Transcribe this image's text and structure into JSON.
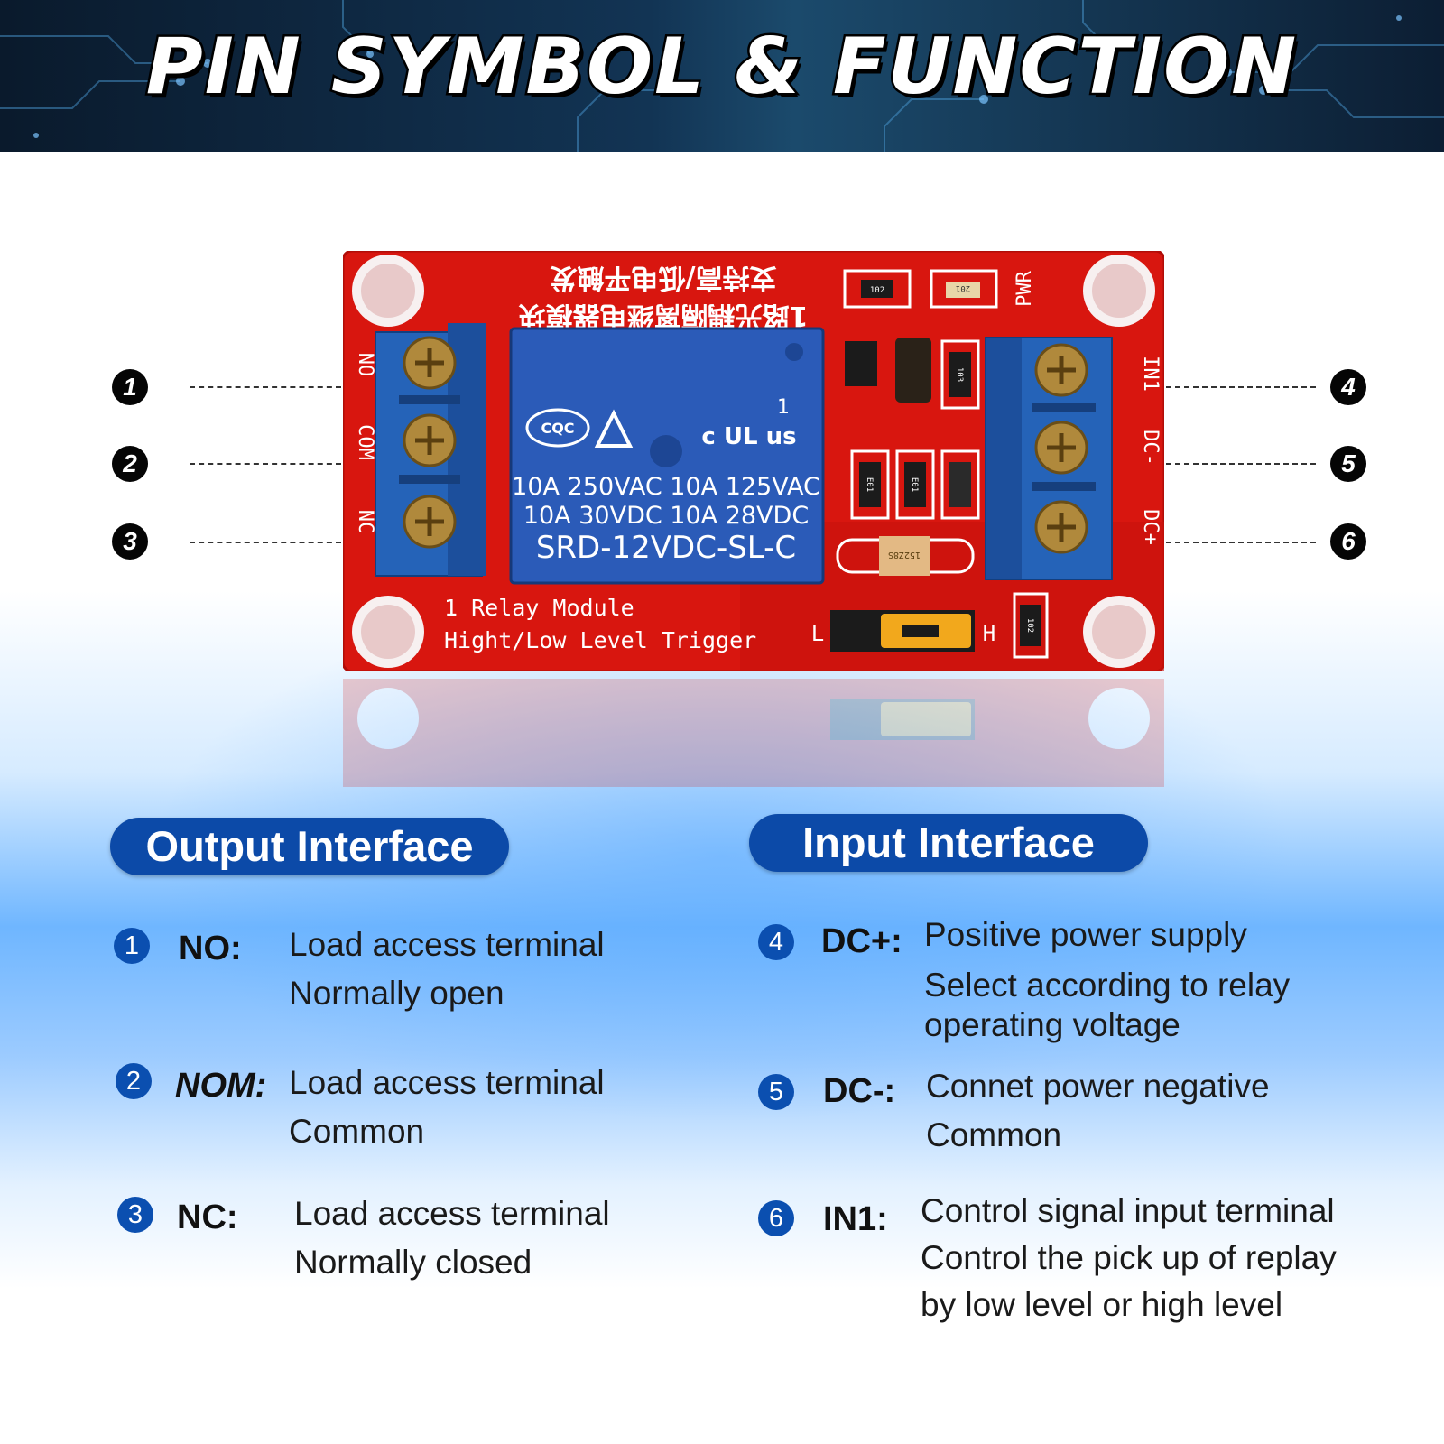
{
  "header": {
    "title": "PIN SYMBOL & FUNCTION"
  },
  "board": {
    "silk_chinese_1": "1路光耦隔离继电器模块",
    "silk_chinese_2": "支持高/低电平触发",
    "label_pwr": "PWR",
    "label_no": "NO",
    "label_com": "COM",
    "label_nc": "NC",
    "label_in1": "IN1",
    "label_dcm": "DC-",
    "label_dcp": "DC+",
    "relay_rating_1": "10A 250VAC  10A 125VAC",
    "relay_rating_2": "10A 30VDC  10A 28VDC",
    "relay_model": "SRD-12VDC-SL-C",
    "relay_cqc": "CQC",
    "relay_ul": "c UL us",
    "relay_1": "1",
    "module_line_1": "1 Relay Module",
    "module_line_2": "Hight/Low Level Trigger",
    "jumper_l": "L",
    "jumper_h": "H",
    "res_1": "102",
    "res_2": "103",
    "res_3": "E01",
    "res_4": "E01",
    "res_5": "102",
    "led_201": "201",
    "cap_label": "152Z8S"
  },
  "pins_left": [
    "1",
    "2",
    "3"
  ],
  "pins_right": [
    "4",
    "5",
    "6"
  ],
  "output_interface": {
    "title": "Output Interface",
    "items": [
      {
        "num": "1",
        "term": "NO:",
        "lines": [
          "Load access terminal",
          "Normally open"
        ]
      },
      {
        "num": "2",
        "term": "NOM:",
        "lines": [
          "Load access terminal",
          "Common"
        ]
      },
      {
        "num": "3",
        "term": "NC:",
        "lines": [
          "Load access terminal",
          "Normally closed"
        ]
      }
    ]
  },
  "input_interface": {
    "title": "Input Interface",
    "items": [
      {
        "num": "4",
        "term": "DC+:",
        "lines": [
          "Positive power supply",
          "Select according to relay",
          "operating voltage"
        ]
      },
      {
        "num": "5",
        "term": "DC-:",
        "lines": [
          "Connet power negative",
          "Common"
        ]
      },
      {
        "num": "6",
        "term": "IN1:",
        "lines": [
          "Control signal input terminal",
          "Control the pick up of replay",
          "by low level or high level"
        ]
      }
    ]
  },
  "colors": {
    "board_red": "#d8160f",
    "terminal_blue": "#2563b8",
    "relay_blue": "#2b5bb8",
    "pill_blue": "#0c4aa8",
    "bullet_blue": "#0b4fb0"
  }
}
